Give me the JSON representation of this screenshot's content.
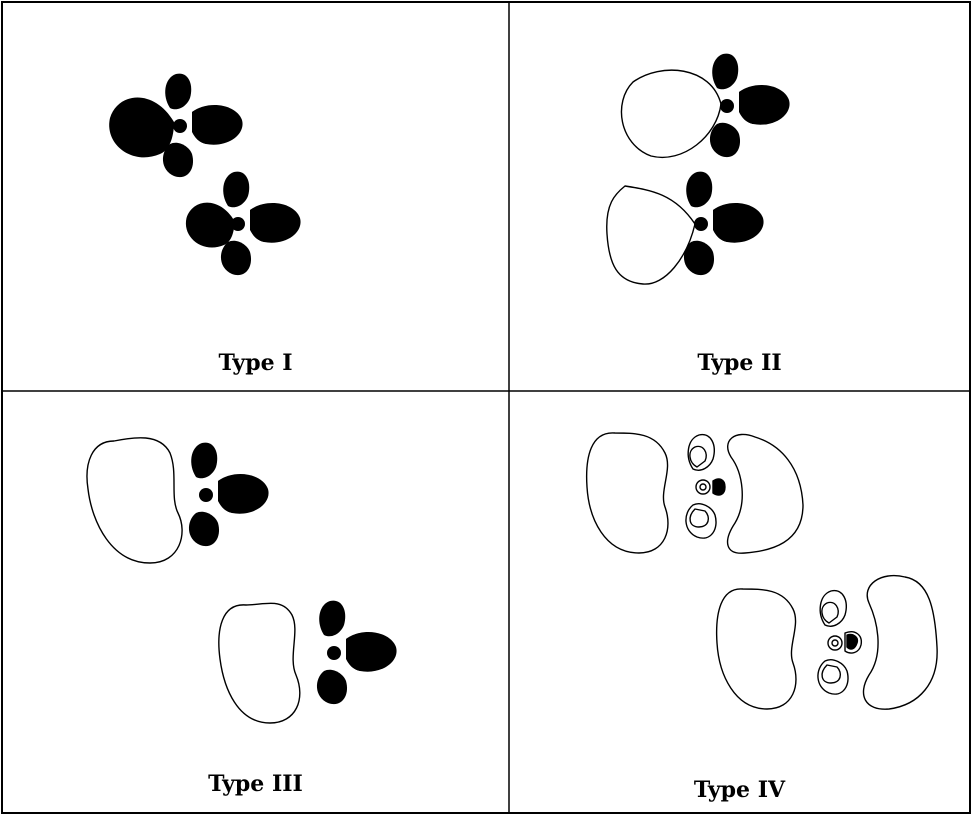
{
  "panels": [
    {
      "label": "Type I"
    },
    {
      "label": "Type II"
    },
    {
      "label": "Type III"
    },
    {
      "label": "Type IV"
    }
  ],
  "colors": {
    "stroke": "#000000",
    "fill_lobe": "#000000",
    "background": "#ffffff"
  }
}
